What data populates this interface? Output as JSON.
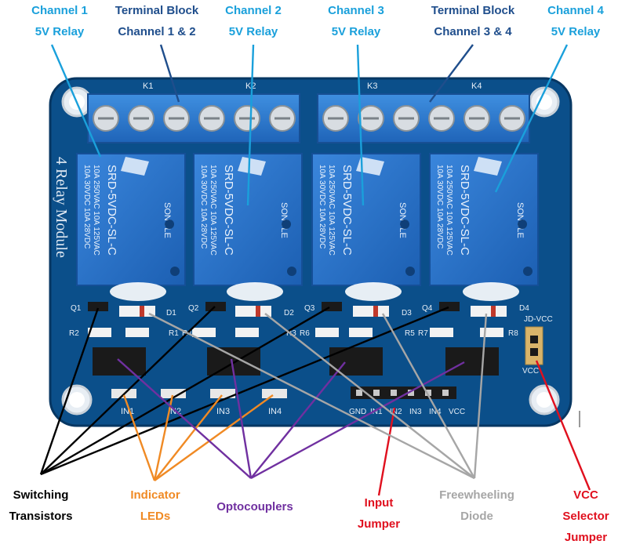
{
  "labels": {
    "relay1": {
      "line1": "Channel 1",
      "line2": "5V Relay"
    },
    "terminal12": {
      "line1": "Terminal Block",
      "line2": "Channel 1 & 2"
    },
    "relay2": {
      "line1": "Channel 2",
      "line2": "5V Relay"
    },
    "relay3": {
      "line1": "Channel 3",
      "line2": "5V Relay"
    },
    "terminal34": {
      "line1": "Terminal Block",
      "line2": "Channel 3 & 4"
    },
    "relay4": {
      "line1": "Channel 4",
      "line2": "5V Relay"
    },
    "transistors": {
      "line1": "Switching",
      "line2": "Transistors"
    },
    "leds": {
      "line1": "Indicator",
      "line2": "LEDs"
    },
    "optocouplers": {
      "line1": "Optocouplers"
    },
    "input": {
      "line1": "Input",
      "line2": "Jumper"
    },
    "diode": {
      "line1": "Freewheeling",
      "line2": "Diode"
    },
    "vccsel": {
      "line1": "VCC",
      "line2": "Selector",
      "line3": "Jumper"
    }
  },
  "colors": {
    "relay_label": "#1aa0db",
    "terminal_label": "#1f4e8c",
    "transistors": "#000000",
    "leds": "#f08a24",
    "optocouplers": "#7030a0",
    "input": "#e0101e",
    "diode": "#a6a6a6",
    "vccsel": "#e0101e",
    "board": "#0b4f8a",
    "relay_body": "#2a74c9"
  },
  "board": {
    "module_title": "4 Relay Module",
    "terminal_labels": [
      "K1",
      "K2",
      "K3",
      "K4"
    ],
    "relay_text_1": "SRD-5VDC-SL-C",
    "relay_text_2": "10A 250VAC 10A 125VAC",
    "relay_text_3": "10A 30VDC 10A 28VDC",
    "relay_brand": "SONGLE",
    "transistor_labels": [
      "Q1",
      "Q2",
      "Q3",
      "Q4"
    ],
    "diode_labels": [
      "D1",
      "D2",
      "D3",
      "D4"
    ],
    "resistor_labels": [
      "R2",
      "R1",
      "R4",
      "R3",
      "R6",
      "R5",
      "R7",
      "R8"
    ],
    "input_pin_labels": [
      "IN1",
      "IN2",
      "IN3",
      "IN4"
    ],
    "header_labels": [
      "GND",
      "IN1",
      "IN2",
      "IN3",
      "IN4",
      "VCC"
    ],
    "jumper_top": "JD-VCC",
    "jumper_bottom": "VCC"
  }
}
